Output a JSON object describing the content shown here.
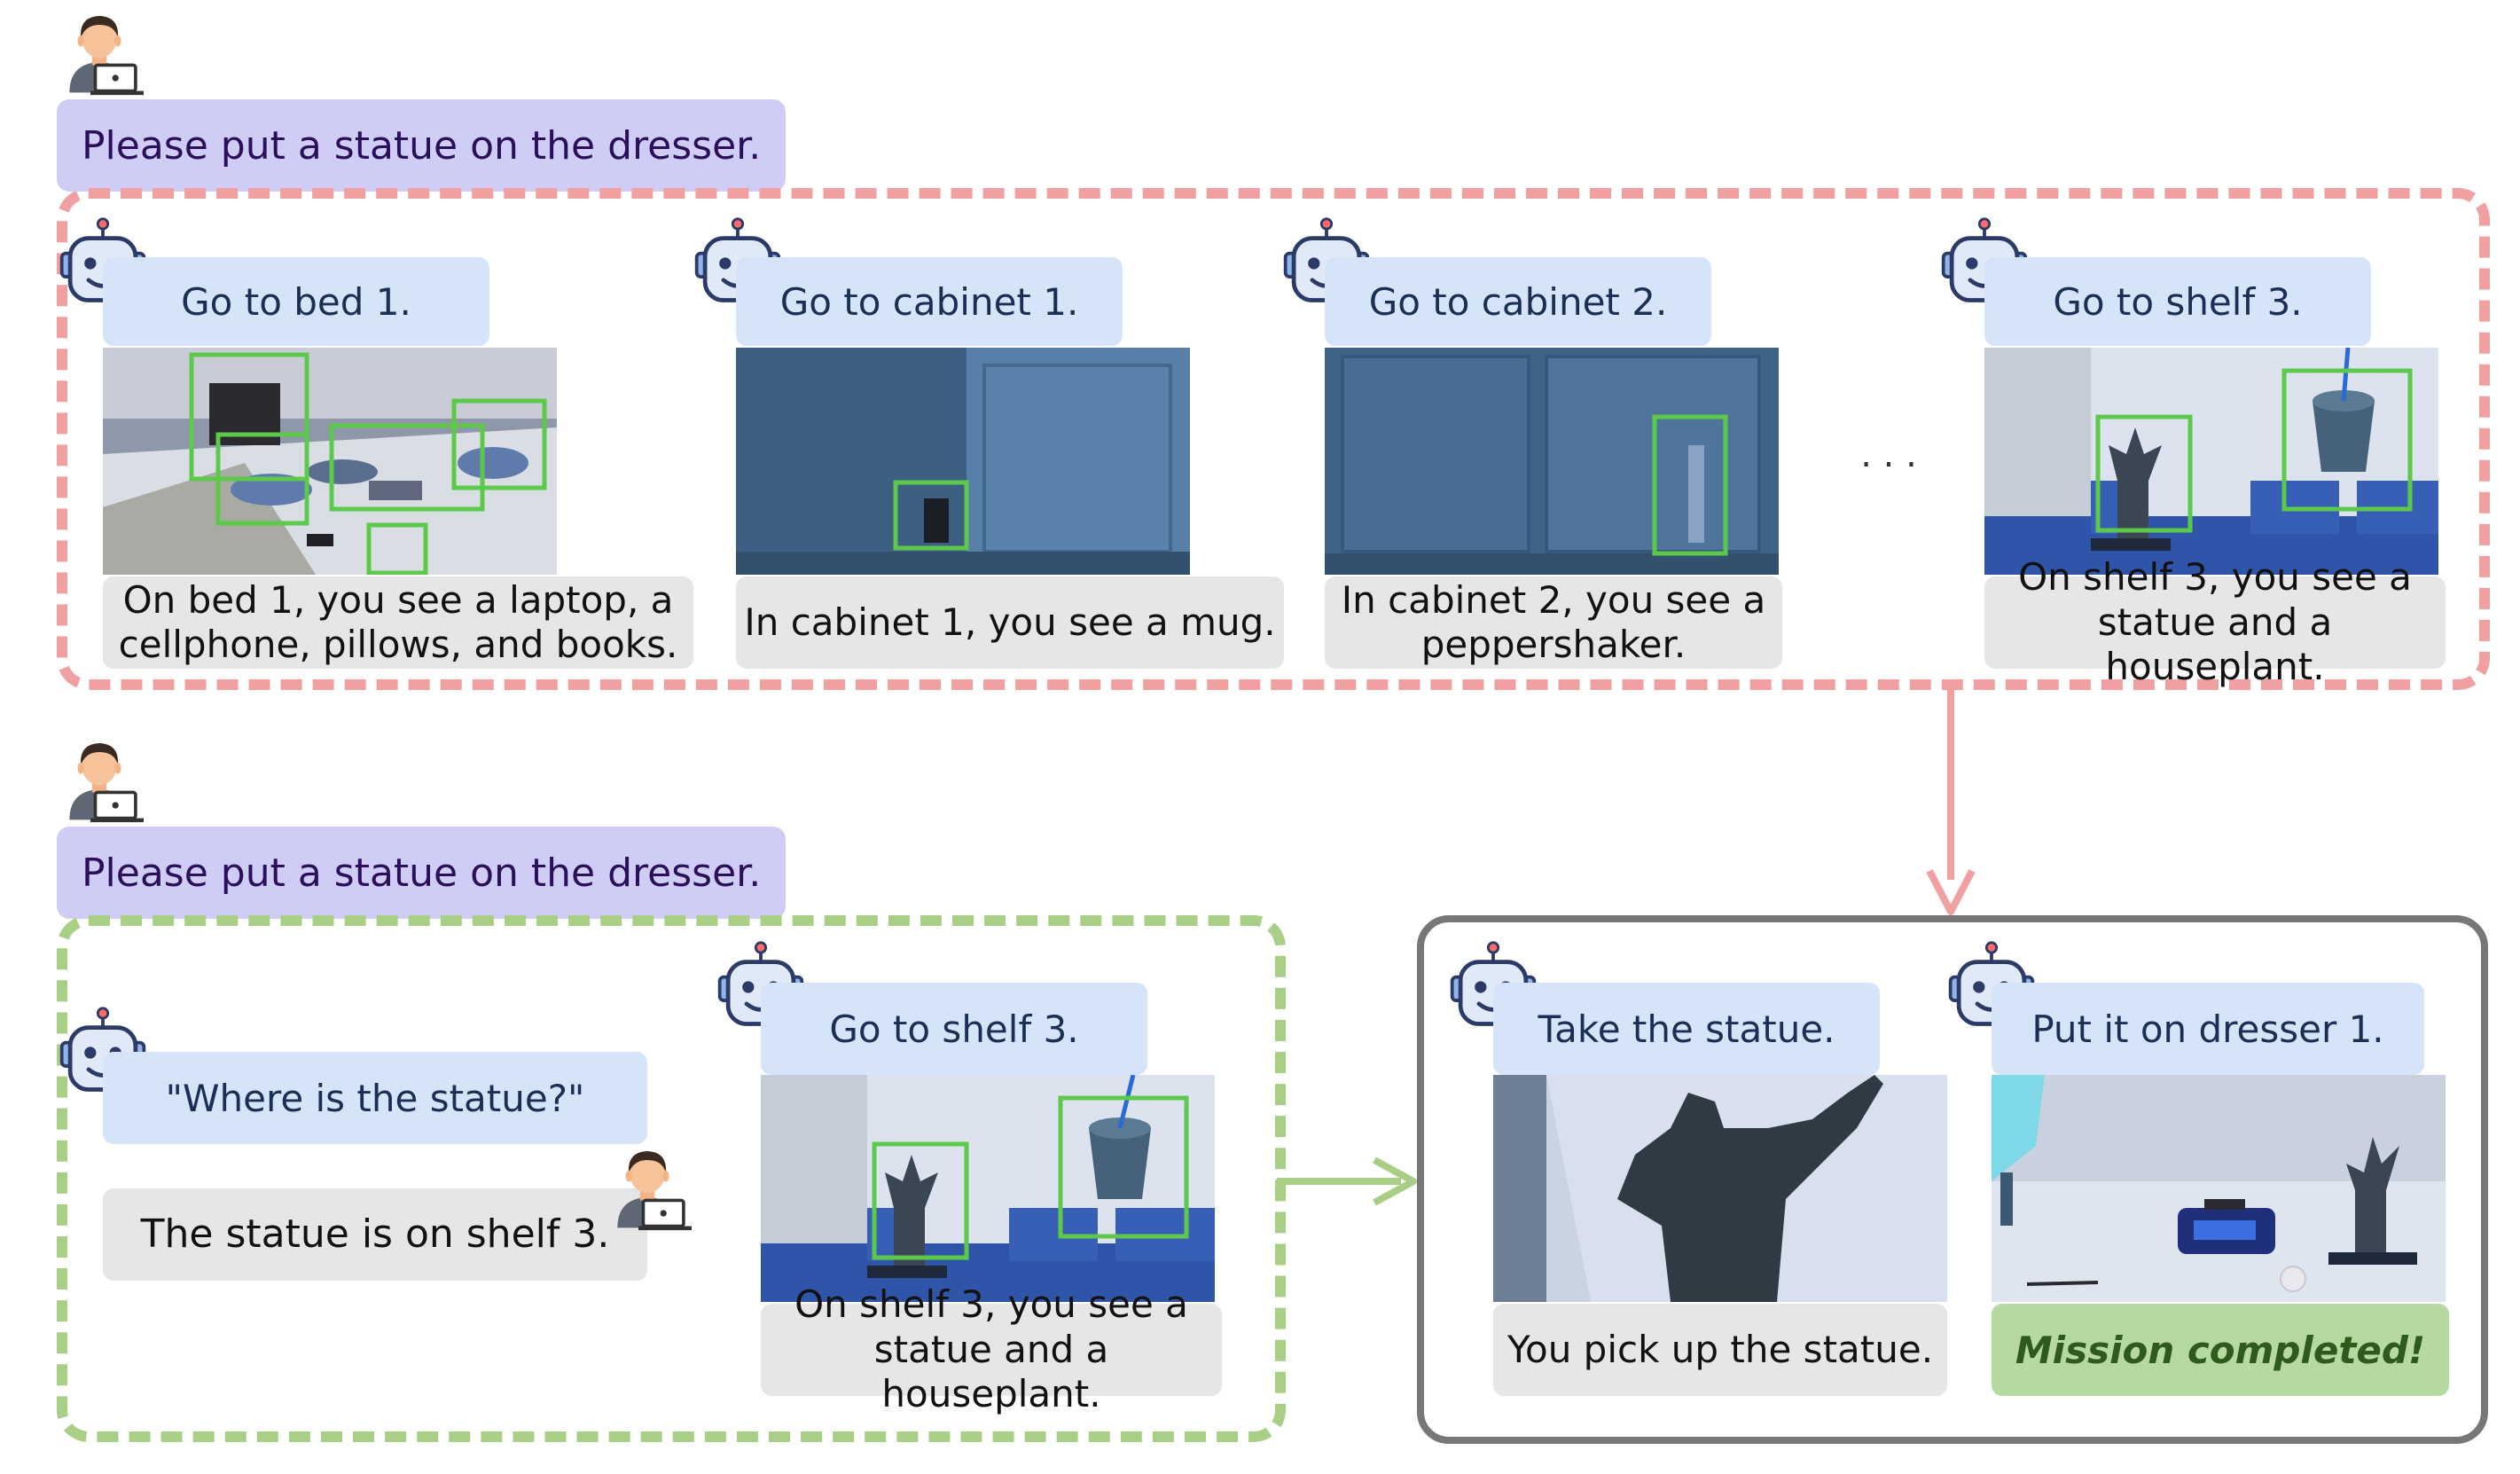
{
  "instruction": "Please put a statue on the dresser.",
  "row1": {
    "steps": [
      {
        "action": "Go to bed 1.",
        "observation": "On bed 1, you see a laptop, a\ncellphone, pillows, and books."
      },
      {
        "action": "Go to cabinet 1.",
        "observation": "In cabinet 1, you see a mug."
      },
      {
        "action": "Go to cabinet 2.",
        "observation": "In cabinet 2, you see a\npeppershaker."
      },
      {
        "action": "Go to shelf 3.",
        "observation": "On shelf 3, you see a\nstatue and a houseplant."
      }
    ],
    "ellipsis": ". . ."
  },
  "row2": {
    "robot_question": "\"Where is the statue?\"",
    "human_answer": "The statue is on shelf 3.",
    "step": {
      "action": "Go to shelf 3.",
      "observation": "On shelf 3, you see a\nstatue and a houseplant."
    }
  },
  "final": {
    "steps": [
      {
        "action": "Take the statue.",
        "observation": "You pick up the statue."
      },
      {
        "action": "Put it on dresser 1.",
        "result": "Mission completed!"
      }
    ]
  },
  "colors": {
    "red_dash": "#f0a0a0",
    "green_dash": "#a9cf86",
    "final_border": "#777777",
    "green_arrow": "#a9cf86",
    "red_arrow": "#f0a0a0",
    "detect_box": "#5cc94a"
  },
  "icons": [
    "user-laptop-icon",
    "robot-icon"
  ]
}
